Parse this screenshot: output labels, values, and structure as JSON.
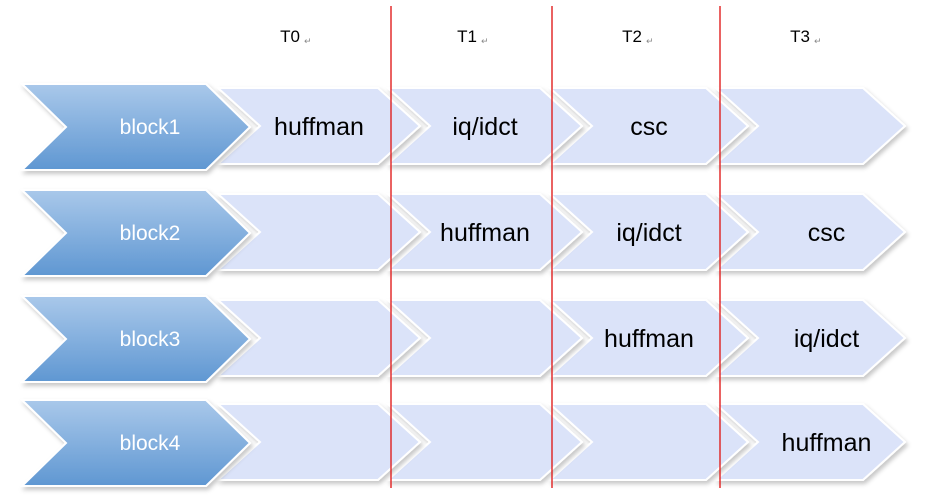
{
  "headers": [
    "T0",
    "T1",
    "T2",
    "T3"
  ],
  "header_mark": "↵",
  "blocks": [
    "block1",
    "block2",
    "block3",
    "block4"
  ],
  "cells": [
    [
      "huffman",
      "iq/idct",
      "csc",
      ""
    ],
    [
      "",
      "huffman",
      "iq/idct",
      "csc"
    ],
    [
      "",
      "",
      "huffman",
      "iq/idct"
    ],
    [
      "",
      "",
      "",
      "huffman"
    ]
  ],
  "colors": {
    "block_fill_top": "#a9c8ea",
    "block_fill_bottom": "#5f97d2",
    "block_text": "#ffffff",
    "cell_fill": "#dbe3f9",
    "cell_stroke": "#ffffff",
    "cell_text": "#000000",
    "divider": "#e02020"
  }
}
